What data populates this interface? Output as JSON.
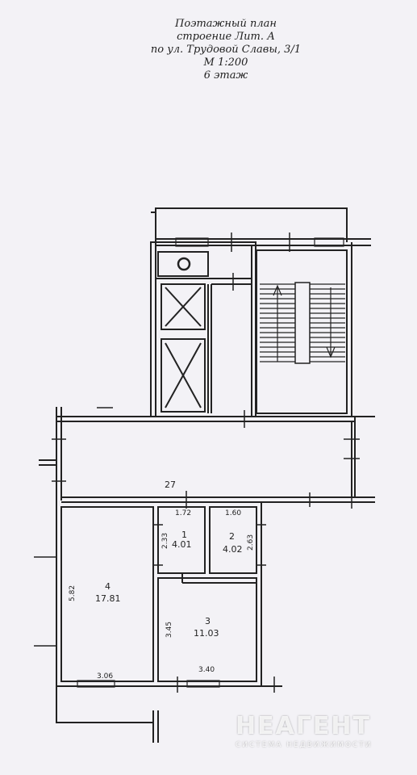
{
  "header": {
    "line1": "Поэтажный план",
    "line2": "строение Лит. А",
    "line3": "по ул. Трудовой Славы, 3/1",
    "line4": "М 1:200",
    "line5": "6 этаж"
  },
  "rooms": {
    "corridor": {
      "number": "27"
    },
    "room1": {
      "number": "1",
      "area": "4.01",
      "width": "1.72",
      "height": "2.33"
    },
    "room2": {
      "number": "2",
      "area": "4.02",
      "width": "1.60",
      "height": "2.63"
    },
    "room3": {
      "number": "3",
      "area": "11.03",
      "width": "3.40",
      "height": "3.45"
    },
    "room4": {
      "number": "4",
      "area": "17.81",
      "width": "3.06",
      "height": "5.82"
    }
  },
  "watermark": {
    "brand": "НЕАГЕНТ",
    "tagline": "СИСТЕМА НЕДВИЖИМОСТИ"
  },
  "colors": {
    "line": "#222222",
    "paper": "#f3f2f6"
  }
}
